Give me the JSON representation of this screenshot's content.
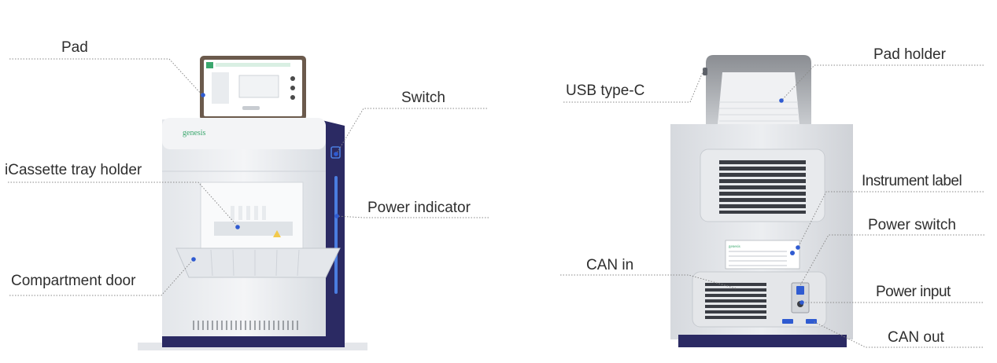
{
  "brand": {
    "name": "genesis"
  },
  "front_view": {
    "callouts": {
      "pad": "Pad",
      "switch": "Switch",
      "icassette_tray_holder": "iCassette tray holder",
      "power_indicator": "Power indicator",
      "compartment_door": "Compartment door"
    }
  },
  "rear_view": {
    "callouts": {
      "pad_holder": "Pad holder",
      "usb_type_c": "USB type-C",
      "instrument_label": "Instrument label",
      "power_switch": "Power switch",
      "can_in": "CAN in",
      "power_input": "Power input",
      "can_out": "CAN out"
    }
  },
  "colors": {
    "body_white": "#eef0f3",
    "body_shadow": "#cfd3d9",
    "accent_navy": "#2b2a63",
    "indicator_blue": "#4a7de0",
    "screen_green": "#3aa76d",
    "callout_line": "#8a8a8a",
    "callout_dot": "#2f5bd1"
  }
}
